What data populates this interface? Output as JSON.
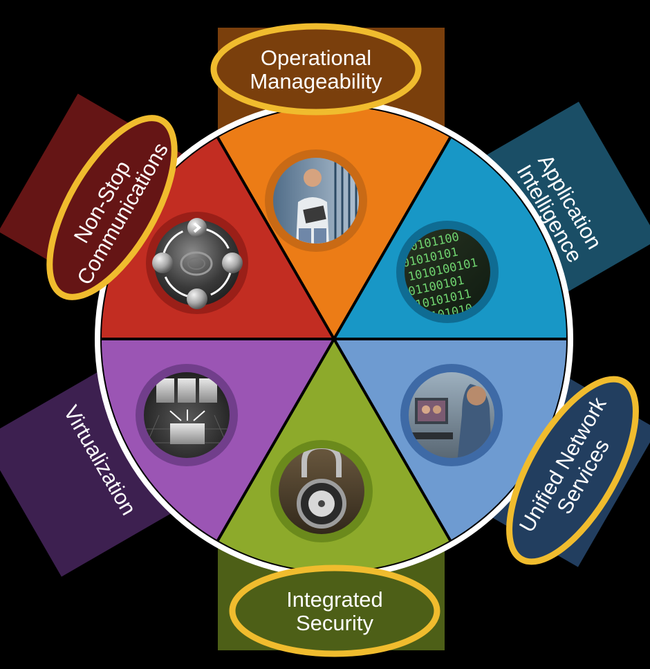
{
  "diagram": {
    "center_note": "",
    "segments": [
      {
        "id": "operational",
        "label_lines": [
          "Operational",
          "Manageability"
        ],
        "color": "#ec7c16",
        "band_color": "#7a3f0c",
        "highlighted": true,
        "icon": "technician-with-clipboard-icon"
      },
      {
        "id": "application",
        "label_lines": [
          "Application",
          "Intelligence"
        ],
        "color": "#1897c6",
        "band_color": "#1a4e66",
        "highlighted": false,
        "icon": "binary-code-icon"
      },
      {
        "id": "unified",
        "label_lines": [
          "Unified Network",
          "Services"
        ],
        "color": "#6e9bd1",
        "band_color": "#223e5f",
        "highlighted": true,
        "icon": "video-call-user-icon"
      },
      {
        "id": "security",
        "label_lines": [
          "Integrated",
          "Security"
        ],
        "color": "#8daa2b",
        "band_color": "#4d5f17",
        "highlighted": true,
        "icon": "padlock-icon"
      },
      {
        "id": "virtualization",
        "label_lines": [
          "Virtualization"
        ],
        "color": "#9b55b4",
        "band_color": "#3d2050",
        "highlighted": false,
        "icon": "virtualization-blocks-icon"
      },
      {
        "id": "nonstop",
        "label_lines": [
          "Non-Stop",
          "Communications"
        ],
        "color": "#c22d22",
        "band_color": "#651515",
        "highlighted": true,
        "icon": "redundancy-ring-icon"
      }
    ],
    "highlight_color": "#f0bc2e"
  }
}
